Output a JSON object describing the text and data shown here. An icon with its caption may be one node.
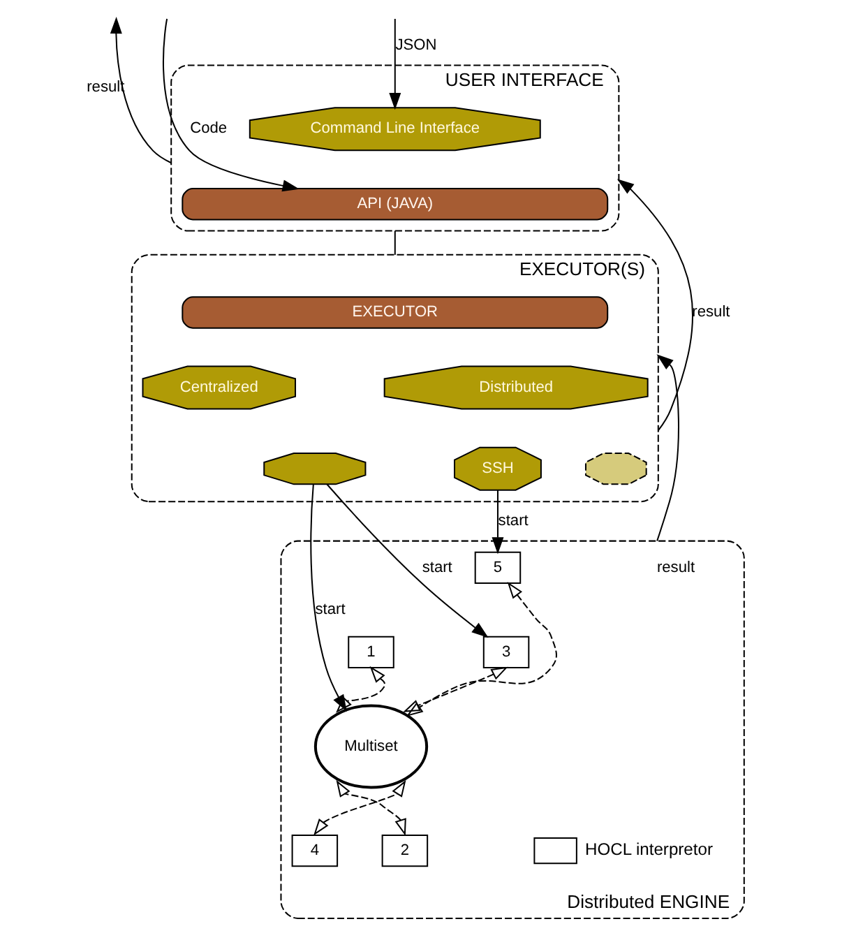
{
  "diagram": {
    "nodes": [
      {
        "text": [
          "USER INTERFACE"
        ]
      },
      {
        "text": [
          "Command Line Interface"
        ],
        "in": 0
      },
      {
        "text": [
          "API (JAVA)"
        ],
        "in": 0
      },
      {
        "text": [
          "EXECUTOR(S)"
        ]
      },
      {
        "text": [
          "EXECUTOR"
        ],
        "in": 3
      },
      {
        "text": [
          "Centralized"
        ],
        "in": 3
      },
      {
        "text": [
          "Distributed"
        ],
        "in": 3
      },
      {
        "text": [
          "SSH"
        ],
        "in": 3
      },
      {
        "text": [],
        "shape": "octagon",
        "in": 3
      },
      {
        "text": [],
        "shape": "octagon",
        "in": 3
      },
      {
        "text": [
          "Distributed ENGINE"
        ]
      },
      {
        "text": [
          "5"
        ],
        "in": 10
      },
      {
        "text": [
          "1"
        ],
        "in": 10
      },
      {
        "text": [
          "Multiset"
        ],
        "in": 10
      },
      {
        "text": [
          "3"
        ],
        "in": 10
      },
      {
        "text": [
          "2"
        ],
        "in": 10
      },
      {
        "text": [
          "4"
        ],
        "in": 10
      }
    ],
    "edges": [
      {
        "from": null,
        "to": 1,
        "arrow": "to",
        "label": "JSON"
      },
      {
        "from": null,
        "to": 2,
        "arrow": "to",
        "label": "Code"
      },
      {
        "from": 0,
        "to": 3,
        "arrow": "none"
      },
      {
        "from": 0,
        "to": null,
        "arrow": "to",
        "label": "result"
      },
      {
        "from": 3,
        "to": 0,
        "arrow": "to",
        "label": "result"
      },
      {
        "from": 10,
        "to": 3,
        "arrow": "to",
        "label": "result"
      },
      {
        "from": 7,
        "to": 11,
        "arrow": "to",
        "label": "start"
      },
      {
        "from": 8,
        "to": 13,
        "arrow": "to",
        "label": "start"
      },
      {
        "from": 8,
        "to": 14,
        "arrow": "to",
        "label": "start"
      },
      {
        "from": 11,
        "to": 13,
        "arrow": "both",
        "style": "dashed"
      },
      {
        "from": 12,
        "to": 13,
        "arrow": "both",
        "style": "dashed"
      },
      {
        "from": 14,
        "to": 13,
        "arrow": "both",
        "style": "dashed"
      },
      {
        "from": 15,
        "to": 13,
        "arrow": "both",
        "style": "dashed"
      },
      {
        "from": 16,
        "to": 13,
        "arrow": "both",
        "style": "dashed"
      }
    ],
    "legend": [
      {
        "text": "HOCL interpretor"
      }
    ]
  }
}
